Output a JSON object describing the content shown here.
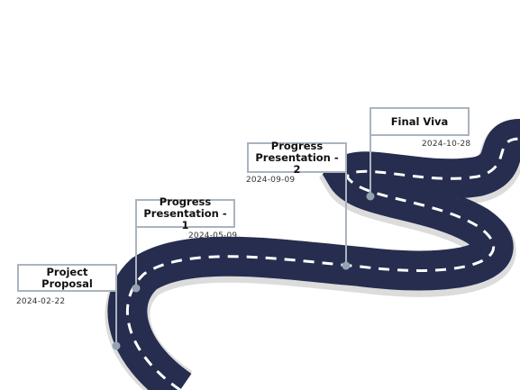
{
  "milestones": [
    {
      "title": "Project\nProposal",
      "date": "2024-02-22"
    },
    {
      "title": "Progress\nPresentation - 1",
      "date": "2024-05-09"
    },
    {
      "title": "Progress\nPresentation - 2",
      "date": "2024-09-09"
    },
    {
      "title": "Final Viva",
      "date": "2024-10-28"
    }
  ],
  "colors": {
    "road": "#262d4e",
    "road_shadow": "#dcdcdc",
    "lane_marking": "#ffffff",
    "connector": "#aab4bf",
    "marker": "#95a3b0"
  }
}
